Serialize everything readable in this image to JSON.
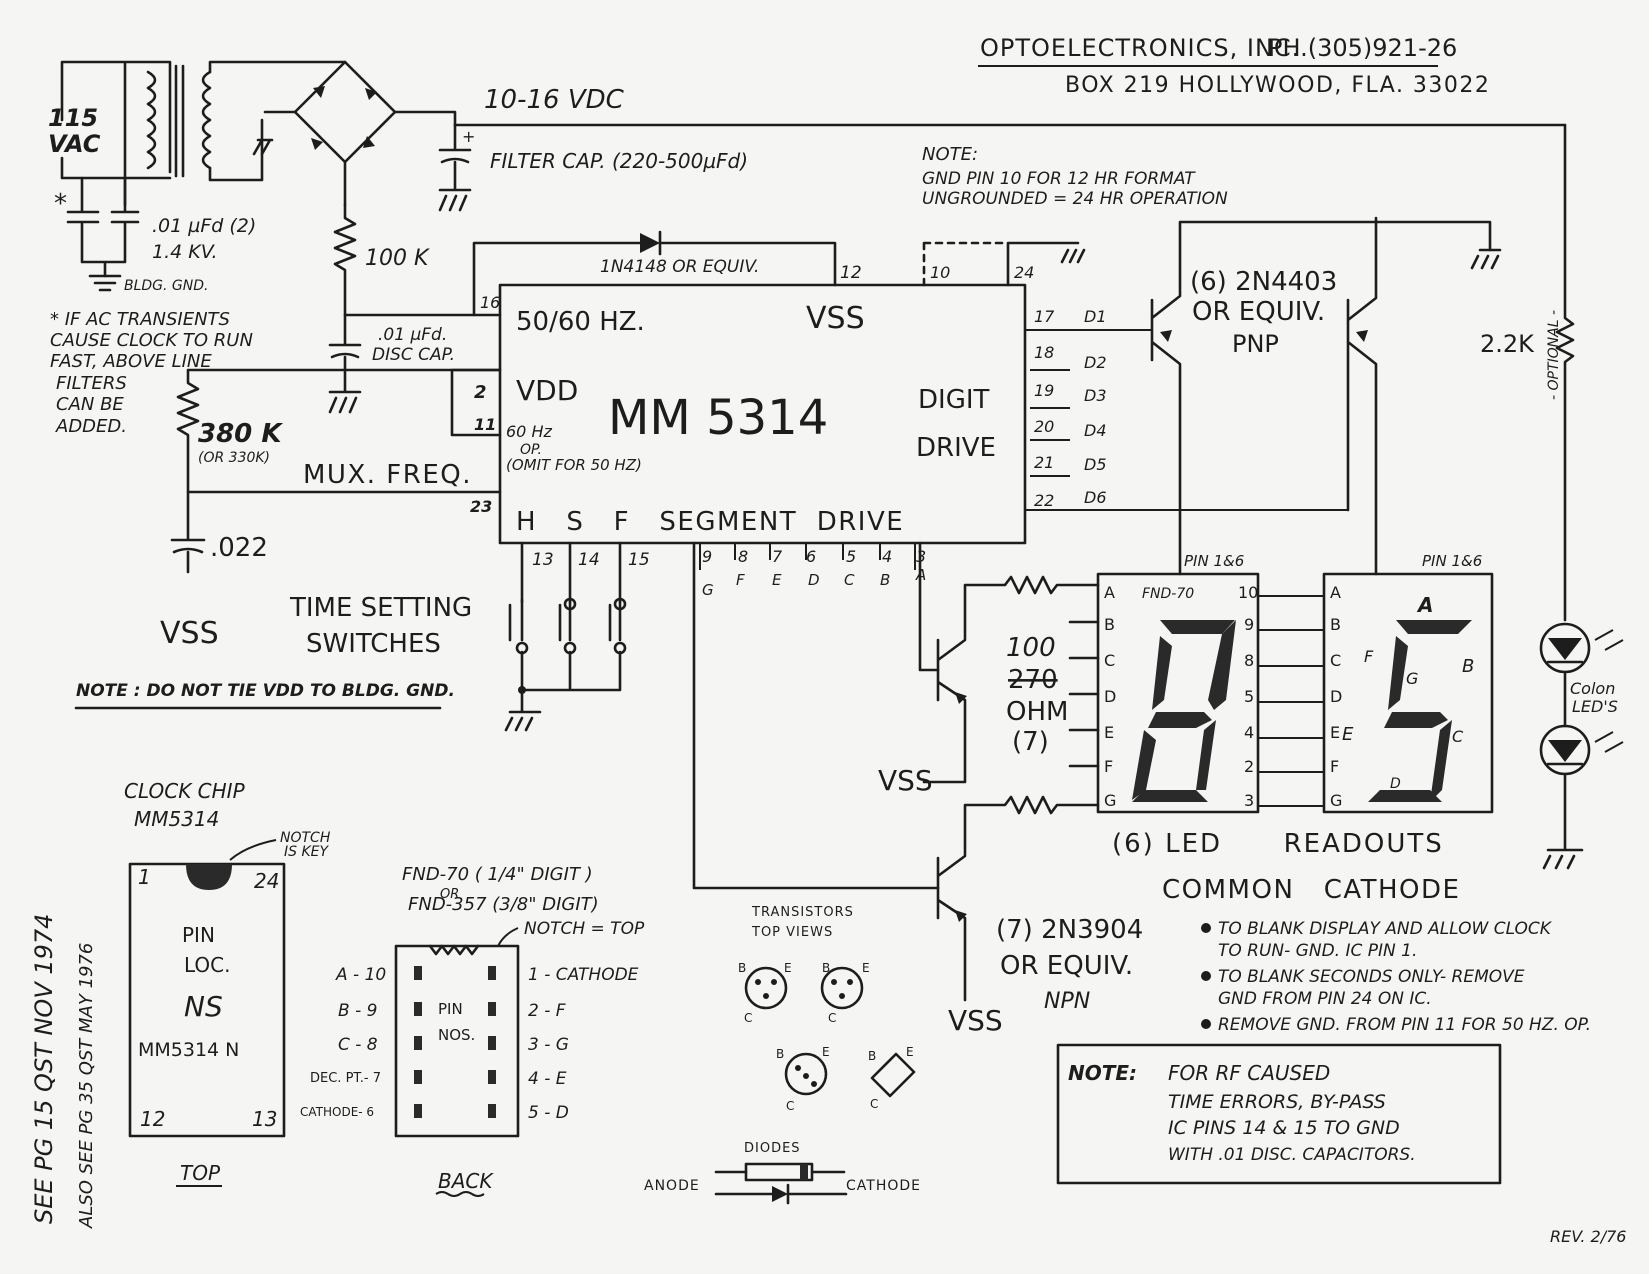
{
  "header": {
    "company": "OPTOELECTRONICS, INC.",
    "phone": "PH.(305)921-26",
    "address": "BOX 219  HOLLYWOOD, FLA. 33022"
  },
  "power": {
    "ac_in": [
      "115",
      "VAC"
    ],
    "asterisk": "*",
    "cap_value": ".01 µFd (2)",
    "cap_voltage": "1.4 KV.",
    "bldg_gnd": "BLDG. GND.",
    "supply": "10-16 VDC",
    "filter_cap": "FILTER CAP.  (220-500µFd)",
    "plus_sign": "+",
    "transient_note": [
      "* IF AC TRANSIENTS",
      "CAUSE CLOCK TO RUN",
      "FAST, ABOVE LINE",
      "FILTERS",
      "CAN BE",
      "ADDED."
    ]
  },
  "mux": {
    "resistor_100k": "100 K",
    "disc_cap": [
      ".01 µFd.",
      "DISC CAP."
    ],
    "resistor_380k": "380 K",
    "resistor_alt": "(OR 330K)",
    "mux_freq": "MUX. FREQ.",
    "cap_022": ".022",
    "vss": "VSS"
  },
  "ic": {
    "name": "MM 5314",
    "freq": "50/60 HZ.",
    "vdd": "VDD",
    "vss": "VSS",
    "opt_60hz": [
      "60 Hz",
      "OP."
    ],
    "omit_50hz": "(OMIT FOR 50 HZ)",
    "digit_drive": [
      "DIGIT",
      "DRIVE"
    ],
    "bottom_label": "H   S   F   SEGMENT  DRIVE",
    "pins_left": [
      "16",
      "2",
      "11",
      "23"
    ],
    "pins_top": [
      "12",
      "10",
      "24"
    ],
    "pins_right": [
      "17",
      "18",
      "19",
      "20",
      "21",
      "22"
    ],
    "digit_labels": [
      "D1",
      "D2",
      "D3",
      "D4",
      "D5",
      "D6"
    ],
    "pins_bottom": [
      "13",
      "14",
      "15",
      "9",
      "8",
      "7",
      "6",
      "5",
      "4",
      "3"
    ],
    "seg_letters": [
      "G",
      "F",
      "E",
      "D",
      "C",
      "B",
      "A"
    ]
  },
  "diode_1n4148": "1N4148  OR EQUIV.",
  "note_12hr": [
    "NOTE:",
    "GND PIN 10  FOR 12 HR FORMAT",
    "UNGROUNDED = 24 HR OPERATION"
  ],
  "pnp": [
    "(6) 2N4403",
    "OR  EQUIV.",
    "PNP"
  ],
  "r22k": "2.2K",
  "optional": "- OPTIONAL -",
  "colon_leds": [
    "Colon",
    "LED'S"
  ],
  "switches": [
    "TIME SETTING",
    "SWITCHES"
  ],
  "note_vdd": "NOTE :  DO NOT TIE VDD TO BLDG. GND.",
  "seg_resistor": [
    "100",
    "270",
    "OHM",
    "(7)"
  ],
  "vss_label": "VSS",
  "readout": {
    "pin_label": "PIN 1&6",
    "fnd_label": "FND-70",
    "left_pins_letters": [
      "A",
      "B",
      "C",
      "D",
      "E",
      "F",
      "G"
    ],
    "right_pins_numbers": [
      "10",
      "9",
      "8",
      "5",
      "4",
      "2",
      "3"
    ],
    "segment_letters": [
      "A",
      "B",
      "C",
      "D",
      "E",
      "F",
      "G"
    ],
    "title": "(6) LED      READOUTS",
    "subtitle": "COMMON   CATHODE"
  },
  "npn": [
    "(7) 2N3904",
    "OR  EQUIV.",
    "NPN"
  ],
  "notes": [
    "TO BLANK DISPLAY AND ALLOW  CLOCK",
    "TO RUN-  GND. IC PIN 1.",
    "TO BLANK SECONDS ONLY- REMOVE",
    "GND FROM  PIN  24  ON  IC.",
    "REMOVE GND. FROM PIN 11 FOR 50 HZ. OP."
  ],
  "rf_note": [
    "NOTE:",
    "FOR RF  CAUSED",
    "TIME  ERRORS, BY-PASS",
    "IC PINS 14 & 15 TO GND",
    "WITH .01 DISC. CAPACITORS."
  ],
  "clock_chip": {
    "title": [
      "CLOCK CHIP",
      "MM5314"
    ],
    "notch": [
      "NOTCH",
      "IS KEY"
    ],
    "pins": [
      "1",
      "24",
      "12",
      "13"
    ],
    "body": [
      "PIN",
      "LOC.",
      "NS",
      "MM5314 N"
    ],
    "top": "TOP"
  },
  "fnd_pinout": {
    "title": [
      "FND-70 ( 1/4\" DIGIT )",
      "OR",
      "FND-357 (3/8\" DIGIT)"
    ],
    "notch": "NOTCH = TOP",
    "left": [
      "A - 10",
      "B - 9",
      "C - 8",
      "DEC. PT.- 7",
      "CATHODE- 6"
    ],
    "right": [
      "1 - CATHODE",
      "2 - F",
      "3 - G",
      "4 - E",
      "5 - D"
    ],
    "center": [
      "PIN",
      "NOS."
    ],
    "back": "BACK"
  },
  "transistors": {
    "title": [
      "TRANSISTORS",
      "TOP   VIEWS"
    ],
    "pins": [
      "B",
      "E",
      "C"
    ]
  },
  "diodes": {
    "title": "DIODES",
    "anode": "ANODE",
    "cathode": "CATHODE"
  },
  "margin_note": [
    "SEE PG 15 QST NOV 1974",
    "ALSO SEE PG 35 QST MAY 1976"
  ],
  "rev": "REV. 2/76"
}
